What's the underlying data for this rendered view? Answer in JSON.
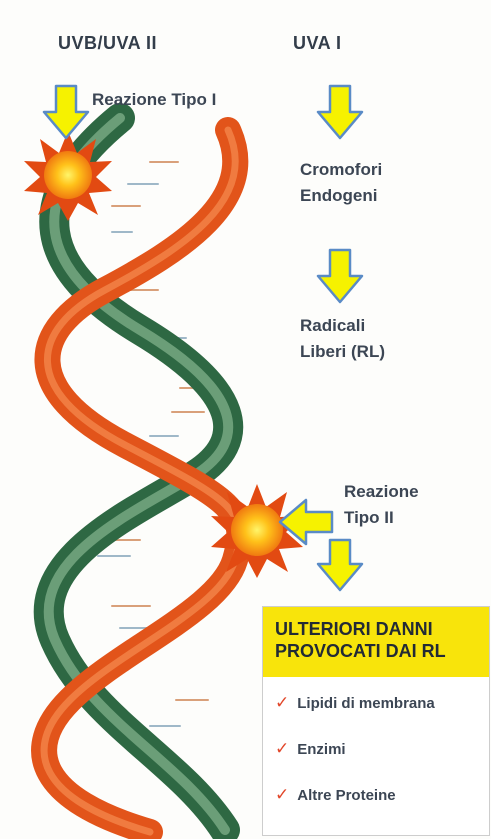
{
  "header": {
    "left": "UVB/UVA II",
    "right": "UVA I"
  },
  "labels": {
    "reaction1": "Reazione Tipo I",
    "chromo_line1": "Cromofori",
    "chromo_line2": "Endogeni",
    "radicals_line1": "Radicali",
    "radicals_line2": "Liberi (RL)",
    "reaction2_line1": "Reazione",
    "reaction2_line2": "Tipo II"
  },
  "box": {
    "title_line1": "ULTERIORI DANNI",
    "title_line2": "PROVOCATI DAI RL",
    "items": [
      "Lipidi di membrana",
      "Enzimi",
      "Altre Proteine"
    ]
  },
  "colors": {
    "strand_orange": "#ea5a1c",
    "strand_green": "#3f7e52",
    "arrow_yellow": "#f6f200",
    "arrow_outline": "#5a8bc6",
    "box_header": "#f8e40b",
    "check": "#e2472a"
  },
  "icons": [
    "down-arrow-icon",
    "left-arrow-icon",
    "starburst-icon",
    "check-icon"
  ]
}
